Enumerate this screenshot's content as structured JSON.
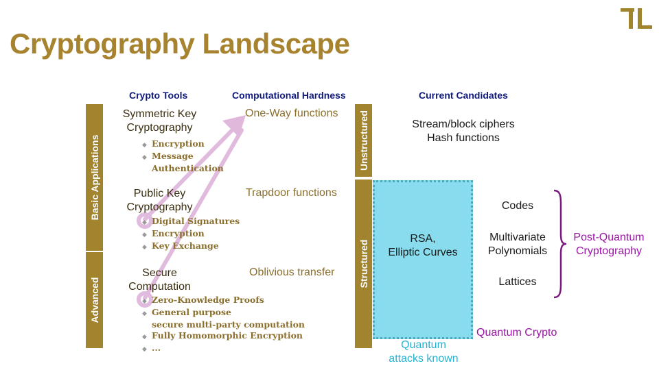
{
  "title": "Cryptography Landscape",
  "logo": {
    "icon": "tl-logo-icon",
    "color": "#a2842f"
  },
  "headers": {
    "tools": "Crypto Tools",
    "hardness": "Computational Hardness",
    "candidates": "Current Candidates"
  },
  "left_bands": {
    "basic": "Basic Applications",
    "advanced": "Advanced"
  },
  "tools": {
    "symmetric": {
      "line1": "Symmetric Key",
      "line2": "Cryptography",
      "bullets": [
        "Encryption",
        "Message",
        "Authentication"
      ]
    },
    "public": {
      "line1": "Public Key",
      "line2": "Cryptography",
      "bullets": [
        "Digital Signatures",
        "Encryption",
        "Key Exchange"
      ]
    },
    "secure": {
      "line1": "Secure",
      "line2": "Computation",
      "bullets": [
        "Zero-Knowledge Proofs",
        "General purpose",
        "secure multi-party computation",
        "Fully Homomorphic Encryption",
        "..."
      ]
    }
  },
  "hardness": {
    "oneway": "One-Way functions",
    "trapdoor": "Trapdoor functions",
    "oblivious": "Oblivious transfer"
  },
  "structure_bands": {
    "unstructured": "Unstructured",
    "structured": "Structured"
  },
  "candidates": {
    "stream": "Stream/block ciphers",
    "hash": "Hash functions",
    "rsa_line1": "RSA,",
    "rsa_line2": "Elliptic Curves",
    "codes": "Codes",
    "multi_line1": "Multivariate",
    "multi_line2": "Polynomials",
    "lattices": "Lattices"
  },
  "post_quantum": {
    "line1": "Post-Quantum",
    "line2": "Cryptography"
  },
  "quantum_crypto": "Quantum Crypto",
  "quantum_attacks": {
    "line1": "Quantum",
    "line2": "attacks known"
  },
  "colors": {
    "gold": "#a2842f",
    "title": "#a7832f",
    "header": "#0f1a7c",
    "cyan_box": "#88dced",
    "purple": "#9a14a6",
    "arrow_pink": "#e0b8dc"
  }
}
